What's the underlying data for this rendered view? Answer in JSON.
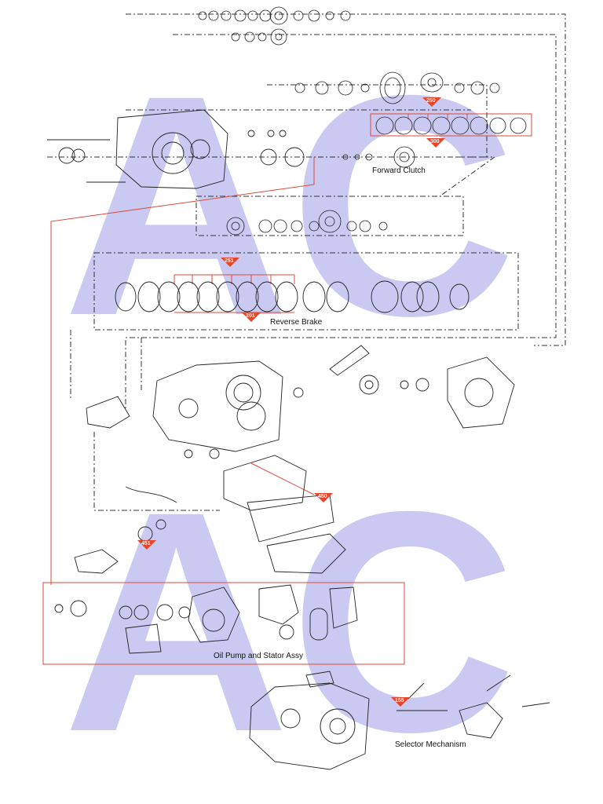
{
  "watermark": {
    "text": "AC",
    "color": "#c9c9f2"
  },
  "colors": {
    "line": "#222222",
    "accent": "#e8442a",
    "box": "#d94a3a"
  },
  "section_labels": {
    "forward_clutch": "Forward Clutch",
    "reverse_brake": "Reverse Brake",
    "oil_pump": "Oil Pump and Stator Assy",
    "selector": "Selector Mechanism"
  },
  "callouts": {
    "c250": "250",
    "c300": "300",
    "c251": "251",
    "c301": "301",
    "c450": "450",
    "c451": "451",
    "c155": "155"
  }
}
